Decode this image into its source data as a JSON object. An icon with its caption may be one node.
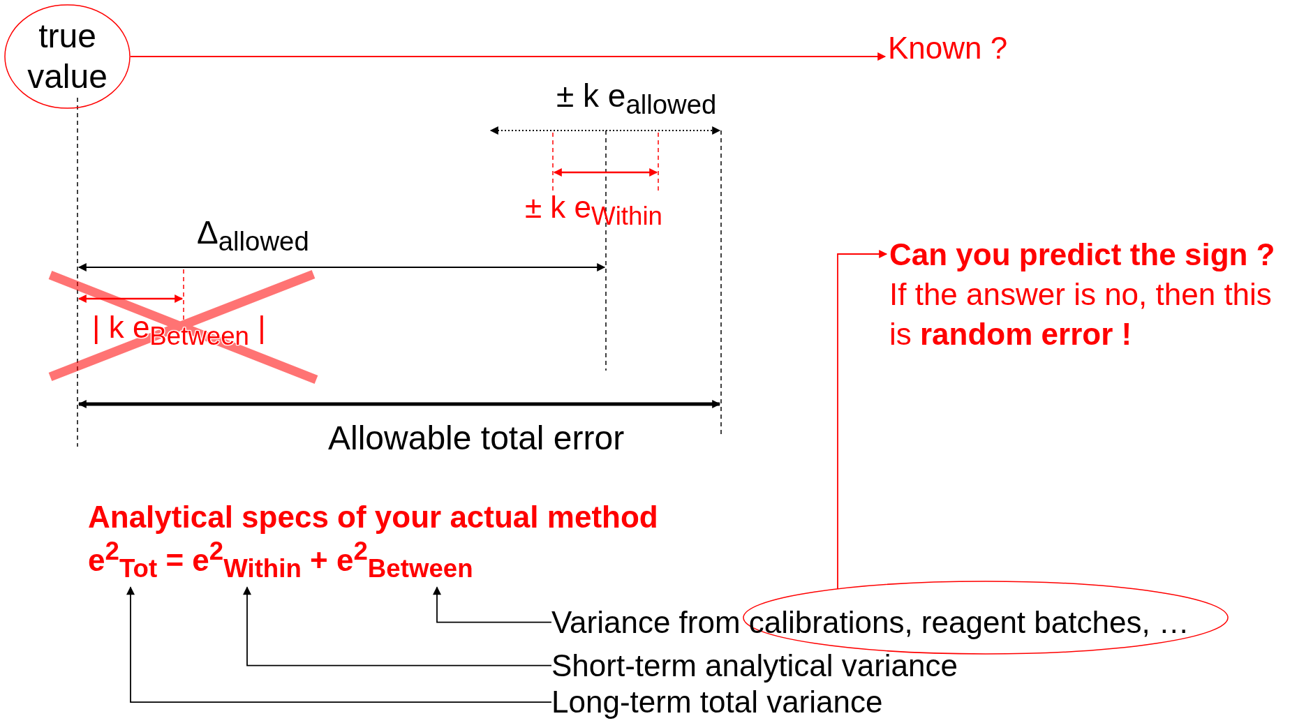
{
  "diagram": {
    "nodes": [
      {
        "text": [
          "true value"
        ]
      },
      {
        "text": [
          "Known ?"
        ]
      },
      {
        "text": [
          "Can you predict the sign ?",
          "If the answer is no, then this is **random error !**"
        ]
      },
      {
        "text": [],
        "shape": "ellipse"
      },
      {
        "text": [
          "Variance from calibrations, reagent batches, …"
        ]
      },
      {
        "text": [
          "Short-term analytical variance"
        ]
      },
      {
        "text": [
          "Long-term total variance"
        ]
      },
      {
        "text": [
          "e$^{2}$$_{Tot}$ = e$^{2}$$_{Within}$ + e$^{2}$$_{Between}$"
        ]
      }
    ],
    "edges": [
      {
        "from": 0,
        "to": 1,
        "arrow": "to",
        "color": "#ff0000"
      },
      {
        "from": 3,
        "to": 2,
        "arrow": "to",
        "color": "#ff0000"
      },
      {
        "from": 4,
        "to": 7,
        "arrow": "to"
      },
      {
        "from": 5,
        "to": 7,
        "arrow": "to"
      },
      {
        "from": 6,
        "to": 7,
        "arrow": "to"
      }
    ],
    "labels": [
      "± k e$_{allowed}$",
      "± k e$_{Within}$",
      "Δ$_{allowed}$",
      "| k e$_{Between}$ |",
      "Allowable total error",
      "Analytical specs of your actual method"
    ]
  }
}
